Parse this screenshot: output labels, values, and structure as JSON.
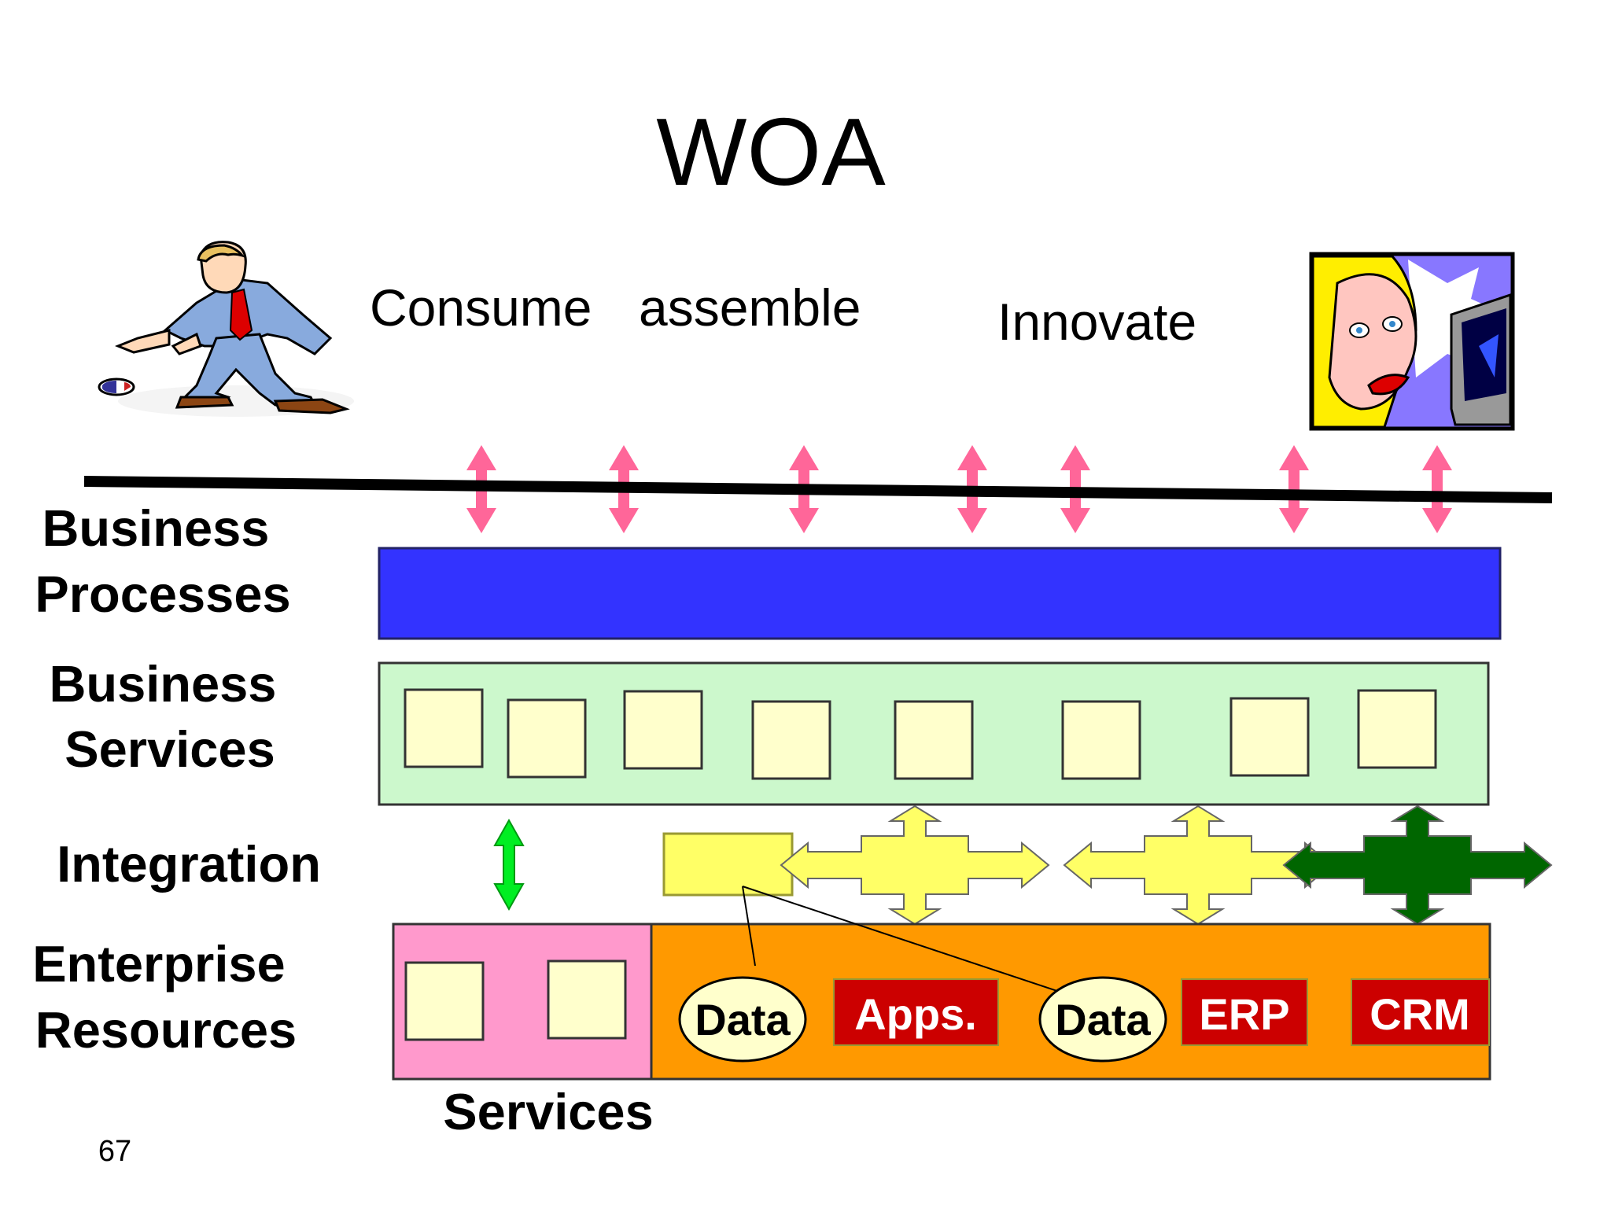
{
  "slide": {
    "title": "WOA",
    "page_number": "67",
    "top_phrases": {
      "consume": "Consume",
      "assemble": "assemble",
      "innovate": "Innovate"
    },
    "layers": {
      "business_processes": [
        "Business",
        "Processes"
      ],
      "business_services": [
        "Business",
        "Services"
      ],
      "integration": "Integration",
      "enterprise_resources": [
        "Enterprise",
        "Resources"
      ]
    },
    "services_caption": "Services",
    "resources": {
      "data_1": "Data",
      "apps": "Apps.",
      "data_2": "Data",
      "erp": "ERP",
      "crm": "CRM"
    },
    "clipart": {
      "left": "businessman-bowling-icon",
      "right": "woman-at-computer-icon"
    },
    "colors": {
      "business_processes": "#3333ff",
      "business_services": "#ccf8cc",
      "service_box": "#ffffcc",
      "services_panel": "#ff99cc",
      "enterprise_panel": "#ff9900",
      "red_label": "#cc0000",
      "pink_arrow": "#ff6699",
      "green_arrow": "#00ee22",
      "yellow_arrow": "#ffff66",
      "dark_green_arrow": "#006600"
    }
  }
}
